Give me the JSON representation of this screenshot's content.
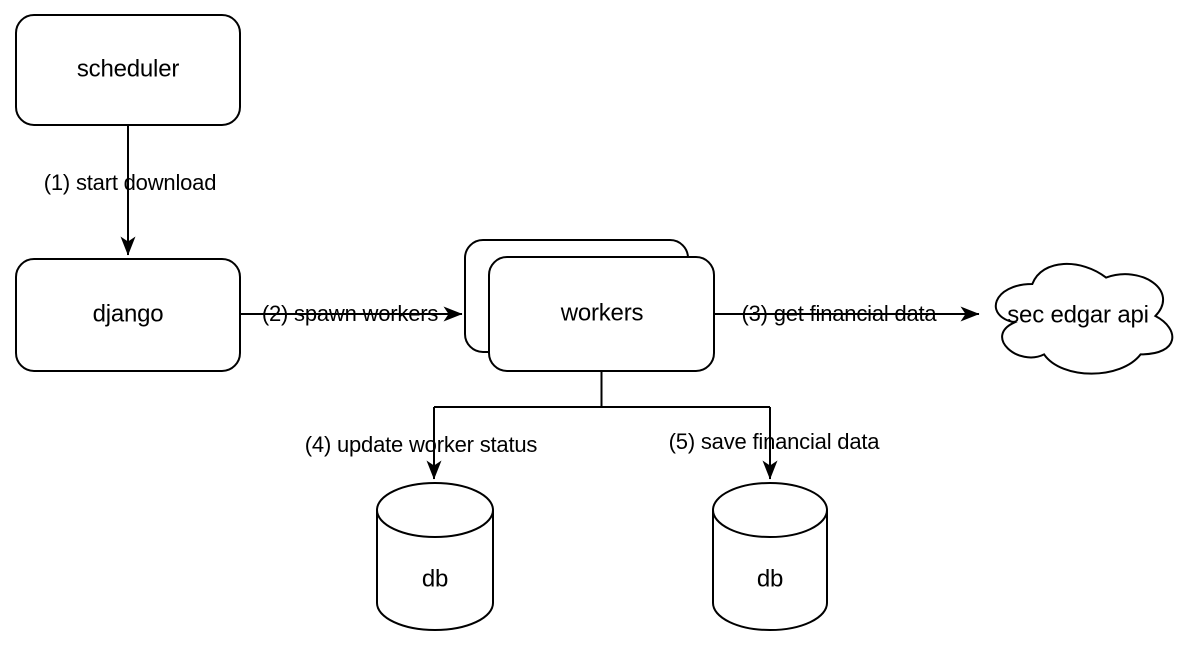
{
  "diagram": {
    "type": "architecture-flow",
    "background": "#ffffff",
    "stroke": "#000000",
    "nodes": {
      "scheduler": {
        "label": "scheduler",
        "shape": "rounded-rectangle"
      },
      "django": {
        "label": "django",
        "shape": "rounded-rectangle"
      },
      "workers": {
        "label": "workers",
        "shape": "stacked-rounded-rectangles"
      },
      "sec_edgar_api": {
        "label": "sec edgar api",
        "shape": "cloud"
      },
      "db_worker_status": {
        "label": "db",
        "shape": "cylinder"
      },
      "db_financial": {
        "label": "db",
        "shape": "cylinder"
      }
    },
    "edges": {
      "start_download": {
        "label": "(1) start download",
        "from": "scheduler",
        "to": "django"
      },
      "spawn_workers": {
        "label": "(2) spawn workers",
        "from": "django",
        "to": "workers"
      },
      "get_financial_data": {
        "label": "(3) get financial data",
        "from": "workers",
        "to": "sec_edgar_api"
      },
      "update_worker_status": {
        "label": "(4) update worker status",
        "from": "workers",
        "to": "db_worker_status"
      },
      "save_financial_data": {
        "label": "(5) save financial data",
        "from": "workers",
        "to": "db_financial"
      }
    }
  }
}
